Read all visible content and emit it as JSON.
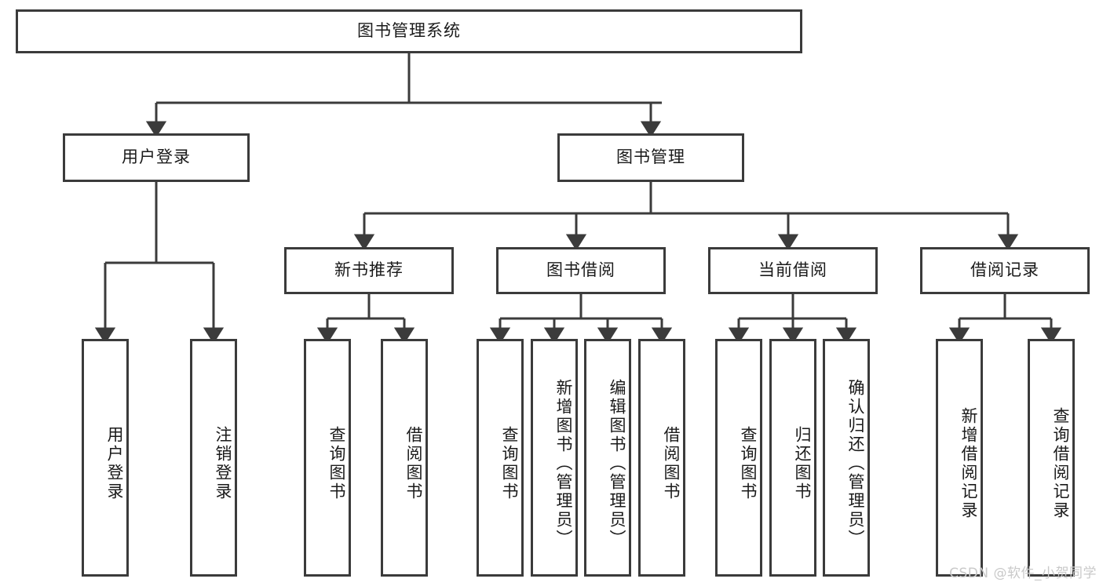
{
  "diagram": {
    "type": "tree-hierarchy",
    "title": "图书管理系统",
    "orientation": "top-down",
    "colors": {
      "node_border": "#3b3b3b",
      "node_fill": "#ffffff",
      "edge": "#3b3b3b",
      "text": "#1a1a1a",
      "watermark": "#c9c9c9",
      "background": "#ffffff"
    },
    "root": {
      "label": "图书管理系统"
    },
    "level2": [
      {
        "label": "用户登录"
      },
      {
        "label": "图书管理"
      }
    ],
    "level3": [
      {
        "label": "新书推荐"
      },
      {
        "label": "图书借阅"
      },
      {
        "label": "当前借阅"
      },
      {
        "label": "借阅记录"
      }
    ],
    "leaves": {
      "user_login": [
        {
          "label": "用户登录"
        },
        {
          "label": "注销登录"
        }
      ],
      "new_book_recommend": [
        {
          "label": "查询图书"
        },
        {
          "label": "借阅图书"
        }
      ],
      "book_borrow": [
        {
          "label": "查询图书"
        },
        {
          "label": "新增图书（管理员）"
        },
        {
          "label": "编辑图书（管理员）"
        },
        {
          "label": "借阅图书"
        }
      ],
      "current_borrow": [
        {
          "label": "查询图书"
        },
        {
          "label": "归还图书"
        },
        {
          "label": "确认归还（管理员）"
        }
      ],
      "borrow_record": [
        {
          "label": "新增借阅记录"
        },
        {
          "label": "查询借阅记录"
        }
      ]
    }
  },
  "watermark": {
    "text": "CSDN @软件_小贺同学"
  }
}
